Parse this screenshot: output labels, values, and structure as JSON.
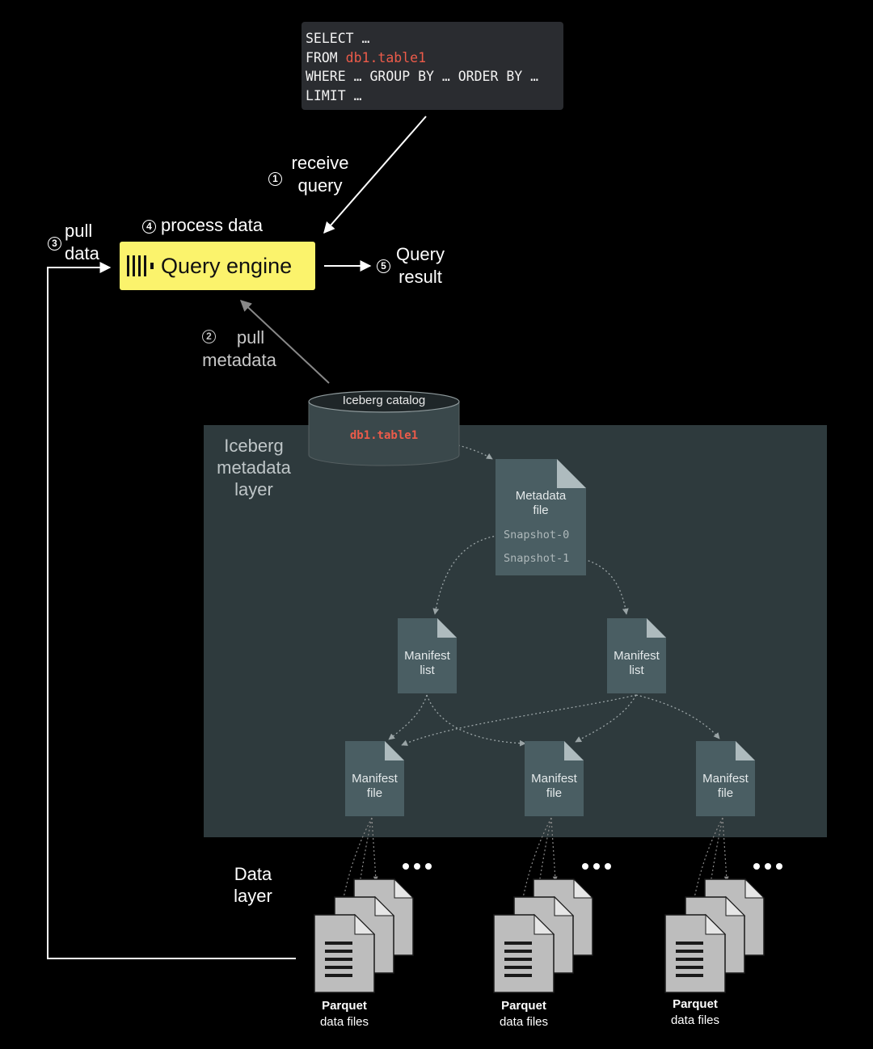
{
  "sql": {
    "line1": "SELECT …",
    "line2_kw": "FROM ",
    "line2_table": "db1.table1",
    "line3": "WHERE … GROUP BY … ORDER BY …",
    "line4": "LIMIT …"
  },
  "steps": {
    "receive": {
      "num": "1",
      "line1": "receive",
      "line2": "query"
    },
    "pull_metadata": {
      "num": "2",
      "line1": "pull",
      "line2": "metadata"
    },
    "pull_data": {
      "num": "3",
      "line1": "pull",
      "line2": "data"
    },
    "process": {
      "num": "4",
      "text": "process data"
    },
    "result": {
      "num": "5",
      "line1": "Query",
      "line2": "result"
    }
  },
  "query_engine": {
    "label": "Query engine"
  },
  "catalog": {
    "title": "Iceberg catalog",
    "table": "db1.table1"
  },
  "metadata_layer": {
    "line1": "Iceberg",
    "line2": "metadata",
    "line3": "layer"
  },
  "metadata_file": {
    "line1": "Metadata",
    "line2": "file",
    "snapshot0": "Snapshot-0",
    "snapshot1": "Snapshot-1"
  },
  "manifest_lists": [
    {
      "line1": "Manifest",
      "line2": "list"
    },
    {
      "line1": "Manifest",
      "line2": "list"
    }
  ],
  "manifest_files": [
    {
      "line1": "Manifest",
      "line2": "file"
    },
    {
      "line1": "Manifest",
      "line2": "file"
    },
    {
      "line1": "Manifest",
      "line2": "file"
    }
  ],
  "data_layer": {
    "line1": "Data",
    "line2": "layer"
  },
  "parquet_groups": [
    {
      "line1": "Parquet",
      "line2": "data files"
    },
    {
      "line1": "Parquet",
      "line2": "data files"
    },
    {
      "line1": "Parquet",
      "line2": "data files"
    }
  ],
  "colors": {
    "background": "#000000",
    "engine": "#fbf36c",
    "metadata_layer": "#2e3a3d",
    "doc_fill": "#4a5e63",
    "sql_highlight": "#ec5b4a",
    "parquet_doc": "#bdbdbd"
  },
  "icons": [
    "query-engine-logo-icon",
    "ellipsis-icon",
    "document-icon",
    "database-cylinder-icon"
  ]
}
